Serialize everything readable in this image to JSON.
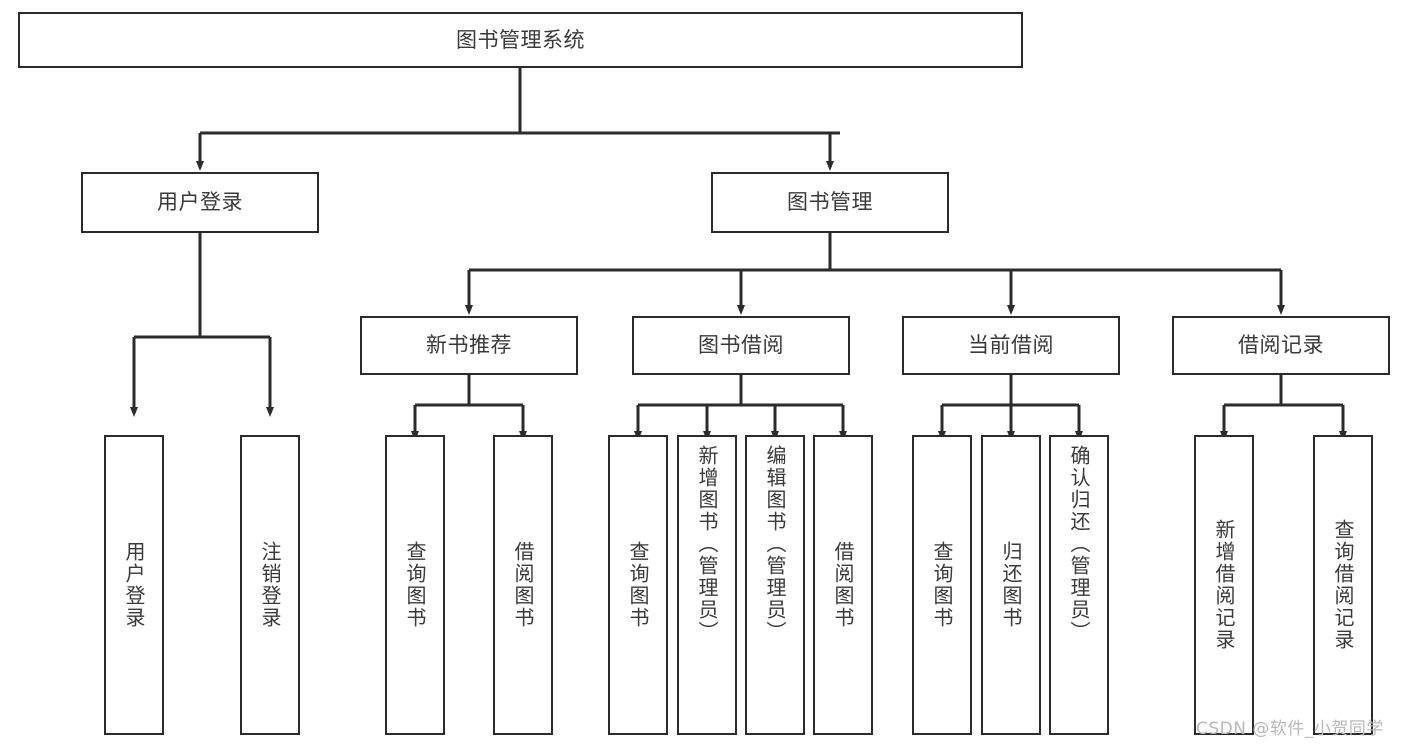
{
  "diagram": {
    "title": "图书管理系统",
    "type": "tree",
    "watermark": "CSDN @软件_小贺同学",
    "colors": {
      "stroke": "#2b2b2b",
      "text": "#3a3a3a",
      "background": "#ffffff",
      "watermark": "#b9b9b9"
    },
    "root": {
      "id": "root",
      "label": "图书管理系统"
    },
    "level2": [
      {
        "id": "user-login",
        "label": "用户登录"
      },
      {
        "id": "book-manage",
        "label": "图书管理"
      }
    ],
    "level3": [
      {
        "id": "new-book-rec",
        "label": "新书推荐",
        "parent": "book-manage"
      },
      {
        "id": "book-borrow",
        "label": "图书借阅",
        "parent": "book-manage"
      },
      {
        "id": "current-borrow",
        "label": "当前借阅",
        "parent": "book-manage"
      },
      {
        "id": "borrow-record",
        "label": "借阅记录",
        "parent": "book-manage"
      }
    ],
    "leaves": [
      {
        "id": "leaf-user-login",
        "label": "用户登录",
        "parent": "user-login"
      },
      {
        "id": "leaf-user-logout",
        "label": "注销登录",
        "parent": "user-login"
      },
      {
        "id": "leaf-query-book-1",
        "label": "查询图书",
        "parent": "new-book-rec"
      },
      {
        "id": "leaf-borrow-book-1",
        "label": "借阅图书",
        "parent": "new-book-rec"
      },
      {
        "id": "leaf-query-book-2",
        "label": "查询图书",
        "parent": "book-borrow"
      },
      {
        "id": "leaf-add-book",
        "label": "新增图书（管理员）",
        "parent": "book-borrow"
      },
      {
        "id": "leaf-edit-book",
        "label": "编辑图书（管理员）",
        "parent": "book-borrow"
      },
      {
        "id": "leaf-borrow-book-2",
        "label": "借阅图书",
        "parent": "book-borrow"
      },
      {
        "id": "leaf-query-book-3",
        "label": "查询图书",
        "parent": "current-borrow"
      },
      {
        "id": "leaf-return-book",
        "label": "归还图书",
        "parent": "current-borrow"
      },
      {
        "id": "leaf-confirm-return",
        "label": "确认归还（管理员）",
        "parent": "current-borrow"
      },
      {
        "id": "leaf-add-record",
        "label": "新增借阅记录",
        "parent": "borrow-record"
      },
      {
        "id": "leaf-query-record",
        "label": "查询借阅记录",
        "parent": "borrow-record"
      }
    ]
  }
}
